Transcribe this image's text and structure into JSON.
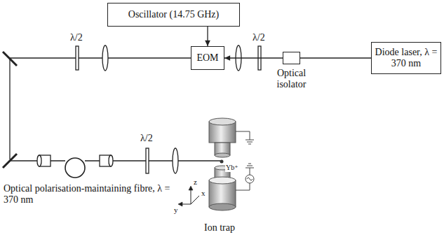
{
  "diagram": {
    "nodes": [
      {
        "text": [
          "Oscillator (14.75 GHz)"
        ]
      },
      {
        "text": [
          "EOM"
        ]
      },
      {
        "text": [
          "Optical isolator"
        ]
      },
      {
        "text": [
          "Diode laser, λ = 370 nm"
        ]
      }
    ],
    "edges": [
      {
        "from": 0,
        "to": 1,
        "arrow": "to"
      },
      {
        "from": 2,
        "to": 1,
        "arrow": "to"
      },
      {
        "from": 3,
        "to": 2,
        "arrow": "none"
      }
    ],
    "labels": [
      "λ/2",
      "λ/2",
      "λ/2",
      "Optical polarisation-maintaining fibre, λ = 370 nm",
      "Yb⁺",
      "z",
      "y",
      "x",
      "Ion trap"
    ]
  }
}
